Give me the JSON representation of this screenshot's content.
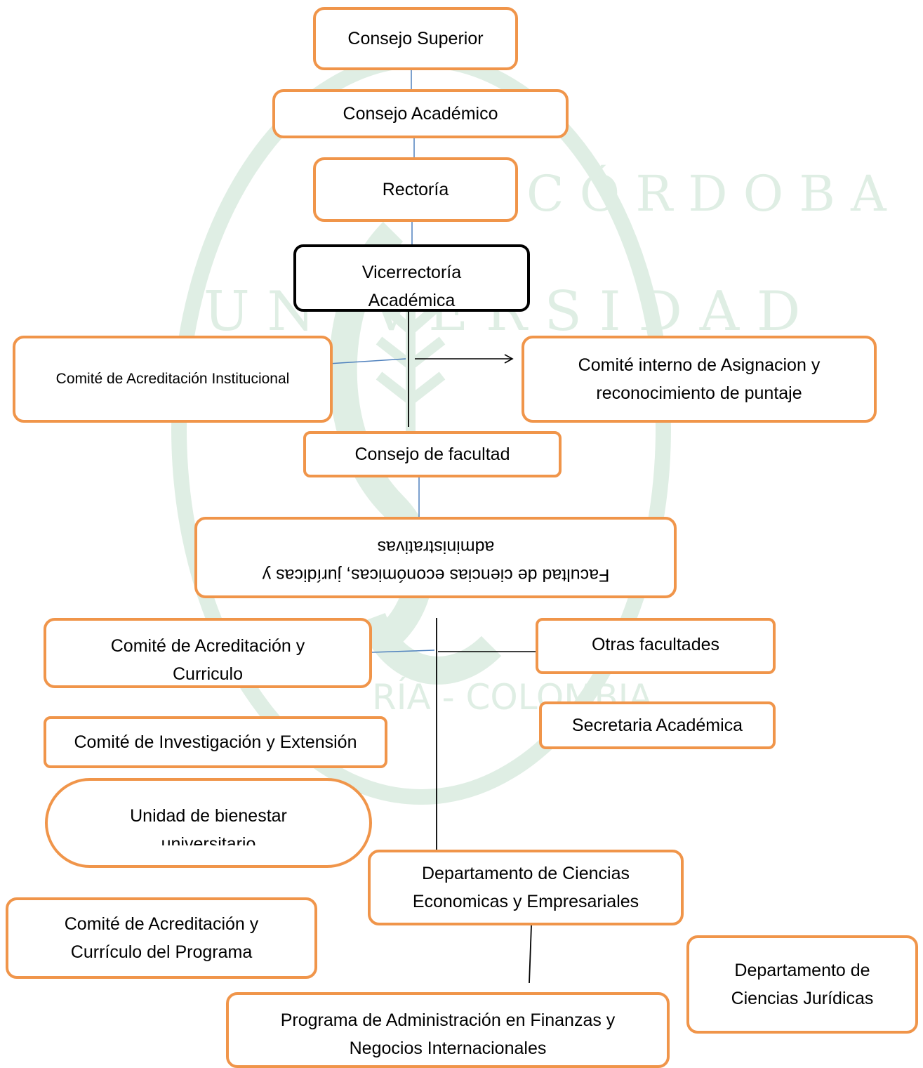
{
  "colors": {
    "box_border": "#f0954a",
    "highlight_border": "#000000",
    "watermark": "#dfeee4",
    "connector_blue": "#4f81bd",
    "connector_black": "#000000"
  },
  "watermark": {
    "logo": "seal-icon",
    "text": "UNIVERSIDAD DE CÓRDOBA · MONTERÍA - COLOMBIA"
  },
  "nodes": {
    "consejo_superior": "Consejo Superior",
    "consejo_academico": "Consejo Académico",
    "rectoria": "Rectoría",
    "vicerrectoria": "Vicerrectoría Académica",
    "comite_acreditacion_institucional": "Comité de Acreditación Institucional",
    "comite_asignacion": "Comité interno de Asignacion y reconocimiento de puntaje",
    "consejo_facultad": "Consejo de facultad",
    "facultad": "Facultad de ciencias económicas, jurídicas y administrativas",
    "comite_acreditacion_curriculo": "Comité de Acreditación y Curriculo",
    "otras_facultades": "Otras facultades",
    "comite_investigacion": "Comité de Investigación y Extensión",
    "secretaria_academica": "Secretaria Académica",
    "bienestar": "Unidad de bienestar universitario",
    "depto_economicas": "Departamento de Ciencias Economicas y  Empresariales",
    "comite_programa": "Comité de Acreditación y Currículo del Programa",
    "depto_juridicas": "Departamento de Ciencias Jurídicas",
    "programa": "Programa de Administración en Finanzas y Negocios Internacionales"
  }
}
